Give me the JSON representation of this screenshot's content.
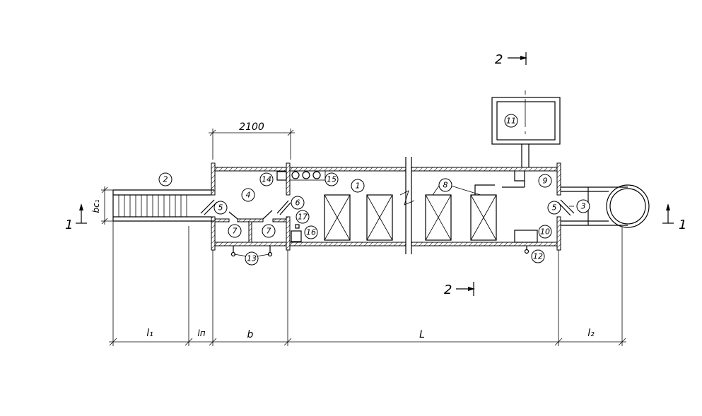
{
  "diagram": {
    "callouts": [
      "1",
      "2",
      "3",
      "4",
      "5",
      "5",
      "6",
      "7",
      "7",
      "8",
      "9",
      "10",
      "11",
      "12",
      "13",
      "14",
      "15",
      "16",
      "17"
    ],
    "dimensions": {
      "top_width": "2100",
      "l1": "l₁",
      "ln": "lп",
      "b": "b",
      "L": "L",
      "l2": "l₂",
      "bc": "bc₁"
    },
    "sections": {
      "sec1_left": "1",
      "sec1_right": "1",
      "sec2_top": "2",
      "sec2_bottom": "2"
    }
  }
}
